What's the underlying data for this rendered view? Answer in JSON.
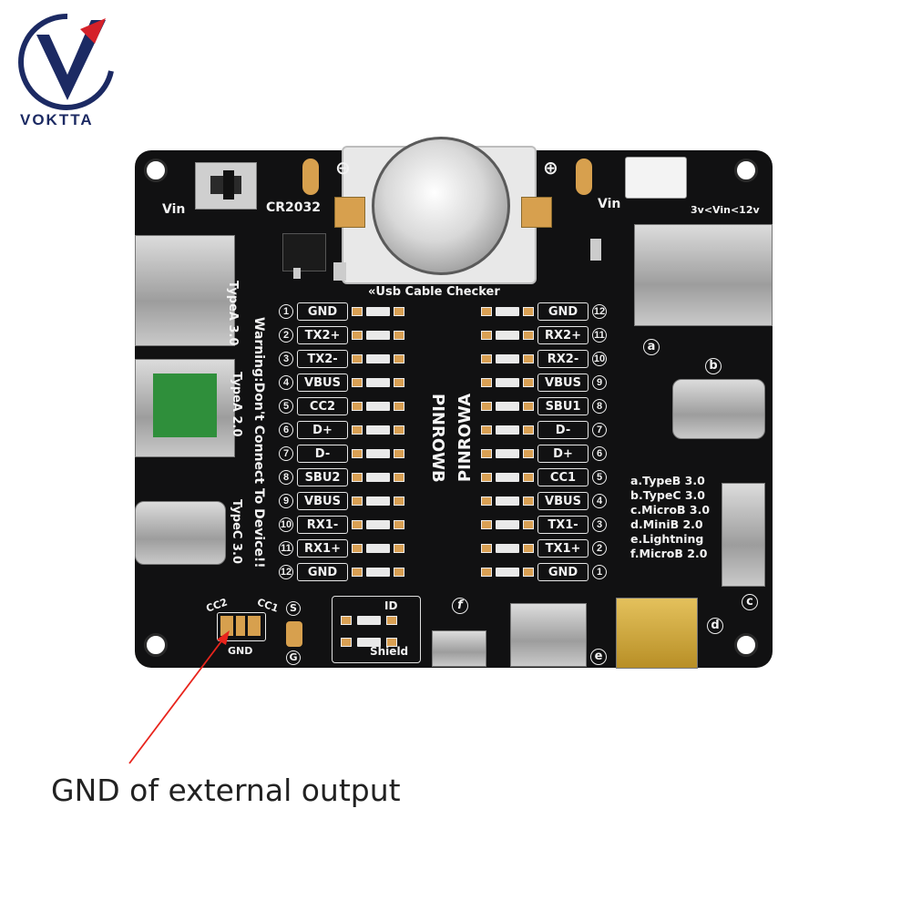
{
  "logo": {
    "brand": "VOKTTA"
  },
  "board": {
    "title": "«Usb Cable Checker",
    "battery_label": "CR2032",
    "vin_left": "Vin",
    "vin_right": "Vin",
    "vin_range": "3v<Vin<12v",
    "minus": "⊖",
    "plus": "⊕",
    "typea30": "TypeA 3.0",
    "warning": "Warning:Don't Connect To Device!!",
    "typea20": "TypeA 2.0",
    "typec30": "TypeC 3.0",
    "pinrow_b": "PINROWB",
    "pinrow_a": "PINROWA",
    "left_pins": [
      {
        "num": "1",
        "label": "GND"
      },
      {
        "num": "2",
        "label": "TX2+"
      },
      {
        "num": "3",
        "label": "TX2-"
      },
      {
        "num": "4",
        "label": "VBUS"
      },
      {
        "num": "5",
        "label": "CC2"
      },
      {
        "num": "6",
        "label": "D+"
      },
      {
        "num": "7",
        "label": "D-"
      },
      {
        "num": "8",
        "label": "SBU2"
      },
      {
        "num": "9",
        "label": "VBUS"
      },
      {
        "num": "10",
        "label": "RX1-"
      },
      {
        "num": "11",
        "label": "RX1+"
      },
      {
        "num": "12",
        "label": "GND"
      }
    ],
    "right_pins": [
      {
        "num": "12",
        "label": "GND"
      },
      {
        "num": "11",
        "label": "RX2+"
      },
      {
        "num": "10",
        "label": "RX2-"
      },
      {
        "num": "9",
        "label": "VBUS"
      },
      {
        "num": "8",
        "label": "SBU1"
      },
      {
        "num": "7",
        "label": "D-"
      },
      {
        "num": "6",
        "label": "D+"
      },
      {
        "num": "5",
        "label": "CC1"
      },
      {
        "num": "4",
        "label": "VBUS"
      },
      {
        "num": "3",
        "label": "TX1-"
      },
      {
        "num": "2",
        "label": "TX1+"
      },
      {
        "num": "1",
        "label": "GND"
      }
    ],
    "port_list": [
      "a.TypeB 3.0",
      "b.TypeC 3.0",
      "c.MicroB 3.0",
      "d.MiniB 2.0",
      "e.Lightning",
      "f.MicroB 2.0"
    ],
    "port_marks": {
      "a": "a",
      "b": "b",
      "c": "c",
      "d": "d",
      "e": "e",
      "f": "f"
    },
    "cc2": "CC2",
    "cc1": "CC1",
    "gnd_small": "GND",
    "s_mark": "S",
    "g_mark": "G",
    "id_label": "ID",
    "shield_label": "Shield"
  },
  "annotation": {
    "text": "GND of external output",
    "arrow_color": "#e8241c"
  }
}
